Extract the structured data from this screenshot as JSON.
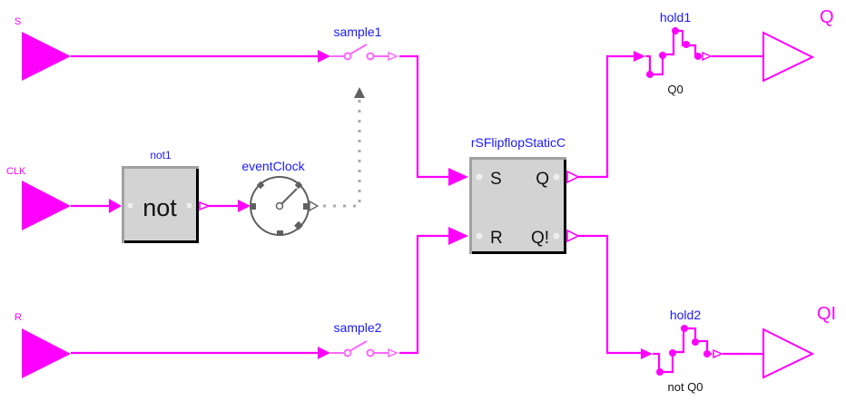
{
  "diagram": {
    "colors": {
      "signal": "#ff00ff",
      "signal_light": "#ff66ff",
      "label_blue": "#1a1aff",
      "block_fill": "#d3d3d3",
      "clock_gray": "#606060",
      "clock_wire": "#aaaaaa"
    },
    "inputs": [
      {
        "id": "S",
        "label": "S"
      },
      {
        "id": "CLK",
        "label": "CLK"
      },
      {
        "id": "R",
        "label": "R"
      }
    ],
    "outputs": [
      {
        "id": "Q",
        "label": "Q"
      },
      {
        "id": "QI",
        "label": "QI"
      }
    ],
    "blocks": {
      "not1": {
        "name": "not1",
        "text": "not"
      },
      "eventClock": {
        "name": "eventClock"
      },
      "sample1": {
        "name": "sample1"
      },
      "sample2": {
        "name": "sample2"
      },
      "flipflop": {
        "name": "rSFlipflopStaticC",
        "ports": {
          "S": "S",
          "R": "R",
          "Q": "Q",
          "Qn": "Q!"
        }
      },
      "hold1": {
        "name": "hold1",
        "param": "Q0"
      },
      "hold2": {
        "name": "hold2",
        "param": "not Q0"
      }
    }
  }
}
